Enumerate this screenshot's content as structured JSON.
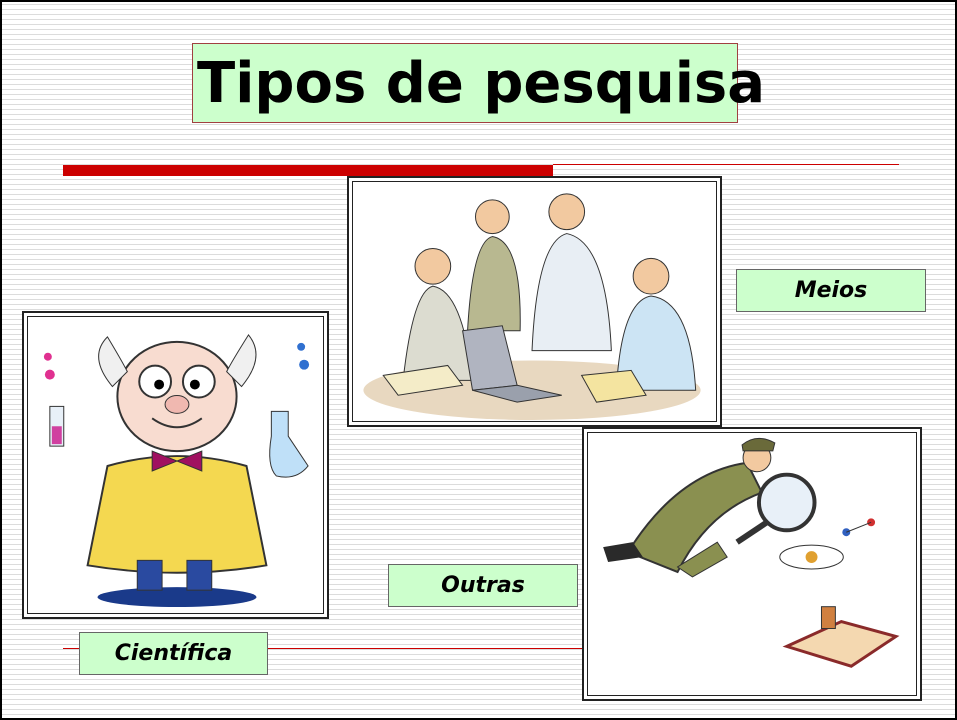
{
  "slide": {
    "title": "Tipos de pesquisa",
    "labels": {
      "meios": "Meios",
      "outras": "Outras",
      "cientifica": "Científica"
    },
    "colors": {
      "label_background": "#ccffcc",
      "accent_red": "#cc0000"
    },
    "images": {
      "scientist": "cartoon-scientist-illustration",
      "meeting": "business-meeting-illustration",
      "detective": "detective-with-magnifier-illustration"
    }
  }
}
